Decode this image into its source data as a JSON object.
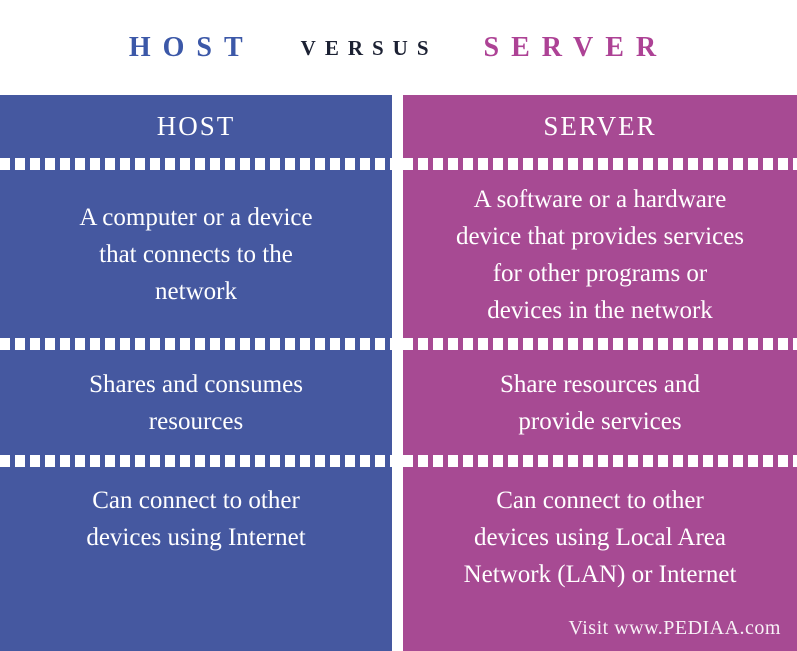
{
  "title": {
    "host": "HOST",
    "versus": "VERSUS",
    "server": "SERVER"
  },
  "colors": {
    "host_column": "#4558a0",
    "server_column": "#a74a93",
    "title_host": "#3c58a8",
    "title_versus": "#1c2133",
    "title_server": "#ad4295",
    "body_text": "#ffffff",
    "background": "#ffffff",
    "divider": "#ffffff"
  },
  "columns": [
    {
      "header": "HOST",
      "rows": [
        "A computer or a device\nthat connects to the\nnetwork",
        "Shares and consumes\nresources",
        "Can connect to other\ndevices using Internet"
      ]
    },
    {
      "header": "SERVER",
      "rows": [
        "A software or a hardware\ndevice that provides services\nfor other programs or\ndevices in the network",
        "Share resources and\nprovide services",
        "Can connect to other\ndevices using Local Area\nNetwork (LAN) or Internet"
      ],
      "footer": "Visit www.PEDIAA.com"
    }
  ]
}
